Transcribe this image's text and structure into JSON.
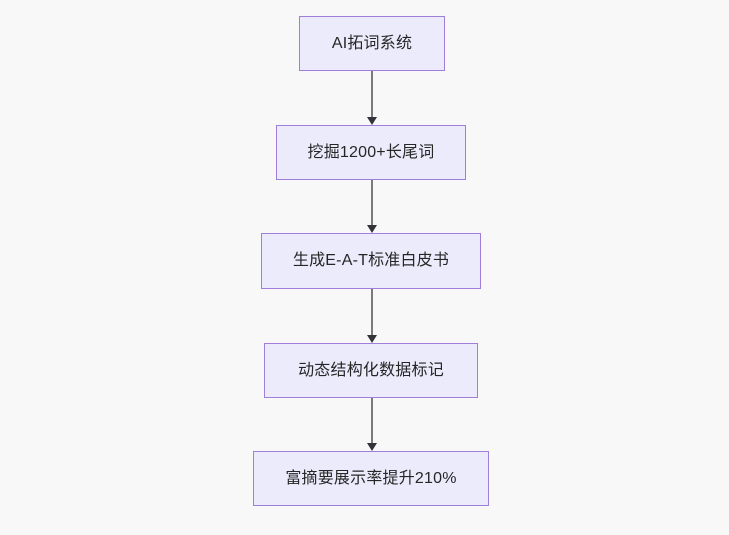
{
  "diagram": {
    "type": "flowchart",
    "orientation": "top-to-bottom",
    "background_color": "#f8f8f8",
    "node_fill_color": "#ecebfc",
    "node_border_color": "#9f7fd8",
    "node_text_color": "#262626",
    "connector_color": "#7a7a7a",
    "arrowhead_color": "#33333a",
    "nodes": [
      {
        "id": "n0",
        "label": "AI拓词系统"
      },
      {
        "id": "n1",
        "label": "挖掘1200+长尾词"
      },
      {
        "id": "n2",
        "label": "生成E-A-T标准白皮书"
      },
      {
        "id": "n3",
        "label": "动态结构化数据标记"
      },
      {
        "id": "n4",
        "label": "富摘要展示率提升210%"
      }
    ],
    "edges": [
      {
        "id": "e0",
        "from": "n0",
        "to": "n1",
        "label": ""
      },
      {
        "id": "e1",
        "from": "n1",
        "to": "n2",
        "label": ""
      },
      {
        "id": "e2",
        "from": "n2",
        "to": "n3",
        "label": ""
      },
      {
        "id": "e3",
        "from": "n3",
        "to": "n4",
        "label": ""
      }
    ]
  }
}
